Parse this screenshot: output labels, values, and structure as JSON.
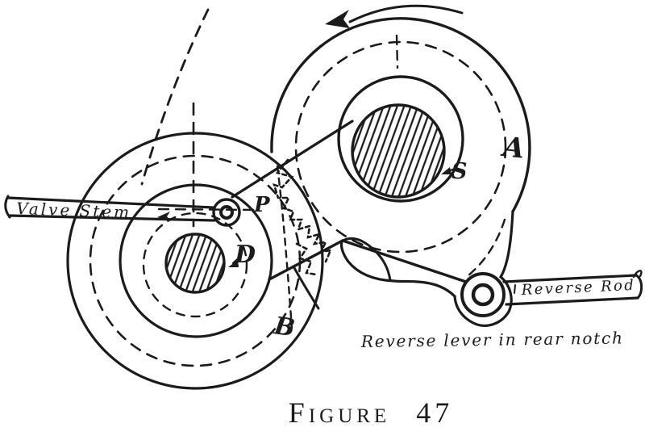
{
  "figure": {
    "caption": "Figure 47",
    "note": "Reverse lever in rear notch"
  },
  "labels": {
    "valve_stem": "Valve Stem",
    "reverse_rod": "Reverse Rod",
    "a": "A",
    "s": "S",
    "p": "P",
    "d": "D",
    "b": "B"
  },
  "colors": {
    "ink": "#1b1b1b",
    "paper": "#ffffff"
  }
}
